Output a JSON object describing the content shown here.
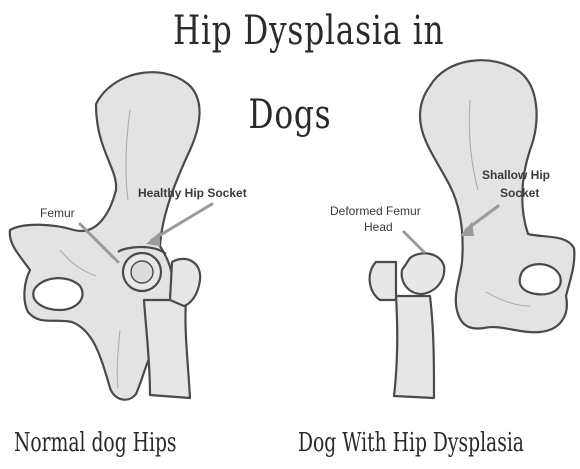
{
  "title": {
    "line1": "Hip Dysplasia in",
    "line2": "Dogs"
  },
  "captions": {
    "left": "Normal dog Hips",
    "right": "Dog With Hip Dysplasia"
  },
  "labels": {
    "femur": "Femur",
    "healthy_socket": "Healthy Hip Socket",
    "deformed_head_1": "Deformed Femur",
    "deformed_head_2": "Head",
    "shallow_socket_1": "Shallow Hip",
    "shallow_socket_2": "Socket"
  },
  "colors": {
    "bone_fill": "#e3e3e3",
    "bone_stroke": "#4a4a4a",
    "pointer": "#9a9a9a",
    "text": "#2a2a2a"
  }
}
